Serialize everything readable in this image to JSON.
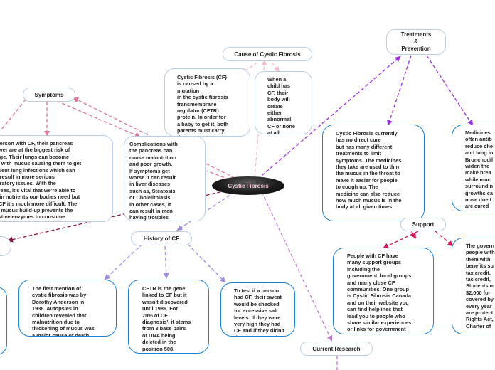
{
  "center": {
    "label": "Cystic Fibrosis"
  },
  "branches": {
    "cause": {
      "label": "Cause of Cystic Fibrosis",
      "text_1": "Cystic Fibrosis (CF)\nis caused by a\nmutation\nin the cystic fibrosis\ntransmembrane\nregulator (CFTR)\nprotein.  In order for\na baby to get it, both\nparents must carry\nthe CF gene.",
      "text_2": "When a\nchild has\nCF, their\nbody will\ncreate\neither\nabnormal\nCF or none\nat all."
    },
    "symptoms": {
      "label": "Symptoms",
      "text_1": " a person with CF, their pancreas\nd liver are at the biggest risk of\nmage.  Their lungs can become\nled with mucus causing them to get\nequent lung infections which can\nen result in more serious\nspiratory issues.  With the\nncreas, it's vital that we're able to\nke in nutrients our bodies need but\nth CF it's much more difficult.  The\nick mucus build-up prevents the\ngestive enzymes to consume\nntrients like it normally should.",
      "text_2": "Complications with\nthe pancreas can\ncause malnutrition\nand poor growth.\nIf symptoms get\nworse it can result\nin liver diseases\nsuch as, Steatosis\nor Cholelithiasis.\nIn other cases, it\ncan result in men\nhaving troubles\nhaving children."
    },
    "treatments": {
      "label": "Treatments\n&\nPrevention",
      "text_1": "Cystic Fibrosis currently\nhas no direct cure\nbut has many different\ntreatments to limit\nsymptoms.  The medicines\nthey take are used to thin\nthe mucus in the throat to\nmake it easier for people\nto cough up.  The\nmedicine can also reduce\nhow much mucus is in the\nbody at all given times.",
      "text_2": "Medicines\noften antib\nreduce che\nand lung in\nBronchodil\nwiden the\nmake brea\nwhile muc\nsurroundin\ngrowths ca\nnose due t\nare cured\nmedication"
    },
    "support": {
      "label": "Support",
      "text_1": "People with CF have\nmany support groups\nincluding the\ngovernment, local groups,\nand many close CF\ncommunities.  One group\nis Cystic Fibrosis Canada\nand on their website you\ncan find helplines that\nlead you to people who\nshare similar experiences\nor links for government\nsupport.",
      "text_2": "The govern\npeople with\nthem with\nbenefits su\ntax credit,\ntac credit,\nStudents m\n$2,000 for\ncovered by\nevery year\nare protect\nRights Act,\nCharter of"
    },
    "history": {
      "label": "History of CF",
      "text_1": "The first mention of\ncystic fibrosis was by\nDorothy Anderson in\n1938.  Autopsies in\nchildren revealed that\nmalnutrition due to\nthickening of mucus was\na major cause of death.",
      "text_2": "CFTR is the gene\nlinked to CF but it\nwasn't discovered\nuntil 1989.  For\n70% of CF\ndiagnosis', it stems\nfrom 3 base pairs\nof DNA being\ndeleted in the\nposition 508.",
      "text_3": "To test if a person\nhad CF, their sweat\nwould be checked\nfor excessive salt\nlevels.  If they were\nvery high they had\nCF and if they didn't\nthey were normal."
    },
    "research": {
      "label": "Current Research"
    }
  },
  "colors": {
    "symptoms_line": "#e2739a",
    "cause_line": "#f2bcd3",
    "treatments_line": "#9b30e0",
    "support_line": "#d4145a",
    "history_line": "#9d8de2",
    "research_line": "#c07ad0",
    "leftdark_line": "#8a1040",
    "node_blue": "#1a82d6",
    "node_border": "#b9cde4"
  }
}
